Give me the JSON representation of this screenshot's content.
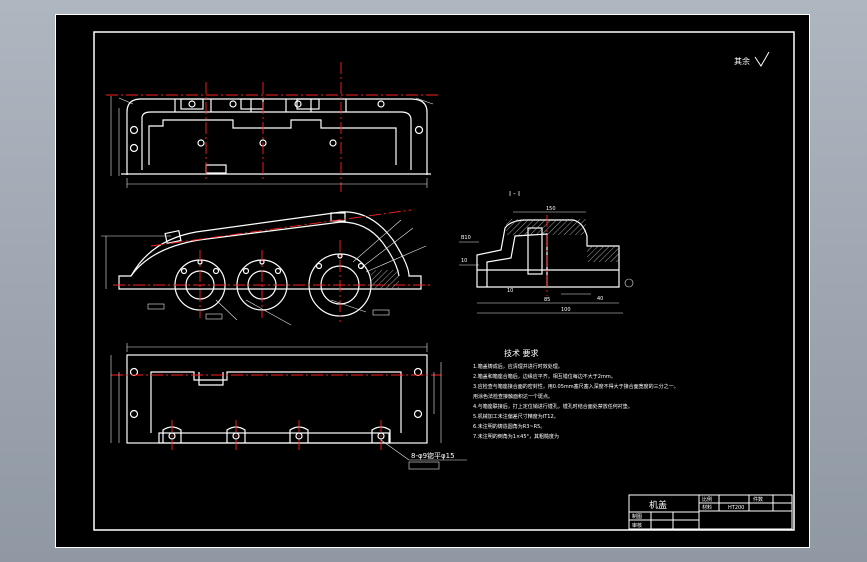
{
  "drawing": {
    "surface_finish_note": "其余",
    "section_label": "I - I",
    "tech_requirements": {
      "title": "技术 要求",
      "items": [
        "1.箱盖铸成后，应清理并进行时效处理。",
        "2.箱盖和箱座合箱后，边缘应平齐，相互错位每边不大于2mm。",
        "3.应检查与箱座接合面的密封性，用0.05mm塞尺塞入深度不得大于接合面宽度的三分之一。",
        "用涂色法检查接触面积达一个斑点。",
        "4.与箱座联接后，打上定位销进行镗孔，镗孔时结合面处禁放任何衬垫。",
        "5.机械加工未注偏差尺寸精度为IT12。",
        "6.未注明的铸造圆角为R3~R5。",
        "7.未注明的倒角为1×45°，其粗糙度为"
      ]
    },
    "hole_callout": "8-φ9锪平φ15",
    "dim_labels": [
      "150",
      "85",
      "100",
      "40",
      "B10",
      "10",
      "10"
    ],
    "title_block": {
      "part_name": "机盖",
      "cells": [
        "比例",
        "件数",
        "材料",
        "HT200",
        "制图",
        "审核"
      ]
    }
  },
  "colors": {
    "background": "#000000",
    "line": "#ffffff",
    "centerline": "#ff2020",
    "dimension": "#e8e8e8",
    "hatch": "#c8c8c8",
    "window_chrome": "#9aa3ad"
  }
}
